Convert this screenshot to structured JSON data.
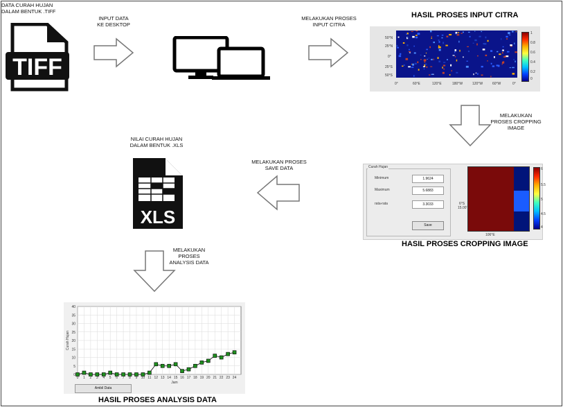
{
  "labels": {
    "tiff_caption": "DATA CURAH HUJAN\nDALAM BENTUK .TIFF",
    "tiff_icon_text": "TIFF",
    "input_data": "INPUT DATA\nKE DESKTOP",
    "proses_input": "MELAKUKAN PROSES\nINPUT CITRA",
    "hasil_input_title": "HASIL PROSES INPUT CITRA",
    "proses_cropping": "MELAKUKAN\nPROSES CROPPING\nIMAGE",
    "hasil_cropping_title": "HASIL PROSES CROPPING IMAGE",
    "proses_save": "MELAKUKAN PROSES\nSAVE DATA",
    "xls_caption": "NILAI CURAH HUJAN\nDALAM BENTUK .XLS",
    "xls_icon_text": "XLS",
    "proses_analysis": "MELAKUKAN\nPROSES\nANALYSIS DATA",
    "hasil_analysis_title": "HASIL PROSES ANALYSIS DATA"
  },
  "map_panel": {
    "lat_ticks": [
      "50°N",
      "25°N",
      "0°",
      "25°S",
      "50°S"
    ],
    "lon_ticks": [
      "0°",
      "60°E",
      "120°E",
      "180°W",
      "120°W",
      "60°W",
      "0°"
    ],
    "colorbar_ticks": [
      "1",
      "0.8",
      "0.6",
      "0.4",
      "0.2",
      "0"
    ]
  },
  "crop_panel": {
    "group_title": "Curah Hujan",
    "rows": [
      {
        "label": "Minimum",
        "value": "1.9624"
      },
      {
        "label": "Maximum",
        "value": "5.6883"
      },
      {
        "label": "rata-rata",
        "value": "3.3033"
      }
    ],
    "save_label": "Save",
    "lat_label": "6°S",
    "lat_label2": "15.00'",
    "lon_label": "106°E",
    "colorbar_ticks": [
      "6",
      "5.5",
      "5",
      "4.5",
      "4"
    ]
  },
  "colors": {
    "heat_dark_red": "#7a0a0a",
    "heat_navy": "#00147a",
    "heat_blue": "#1a5cff",
    "series_marker": "#1f8f1f",
    "series_line": "#000000"
  },
  "chart_data": {
    "type": "line",
    "title": "",
    "xlabel": "Jam",
    "ylabel": "Curah Hujan",
    "x": [
      1,
      2,
      3,
      4,
      5,
      6,
      7,
      8,
      9,
      10,
      11,
      12,
      13,
      14,
      15,
      16,
      17,
      18,
      19,
      20,
      21,
      22,
      23,
      24
    ],
    "series": [
      {
        "values": [
          0,
          1,
          0,
          0,
          0,
          1,
          0,
          0,
          0,
          0,
          0,
          1,
          6,
          5,
          5,
          6,
          2,
          3,
          5,
          7,
          8,
          11,
          10,
          12,
          13
        ]
      }
    ],
    "x_ticks": [
      "0",
      "1",
      "2",
      "3",
      "4",
      "5",
      "6",
      "7",
      "8",
      "9",
      "10",
      "11",
      "12",
      "13",
      "14",
      "15",
      "16",
      "17",
      "18",
      "19",
      "20",
      "21",
      "22",
      "23",
      "24"
    ],
    "y_ticks": [
      "0",
      "5",
      "10",
      "15",
      "20",
      "25",
      "30",
      "35",
      "40"
    ],
    "xlim": [
      0,
      25
    ],
    "ylim": [
      0,
      40
    ],
    "grid": true,
    "button_label": "Ambil Data"
  }
}
